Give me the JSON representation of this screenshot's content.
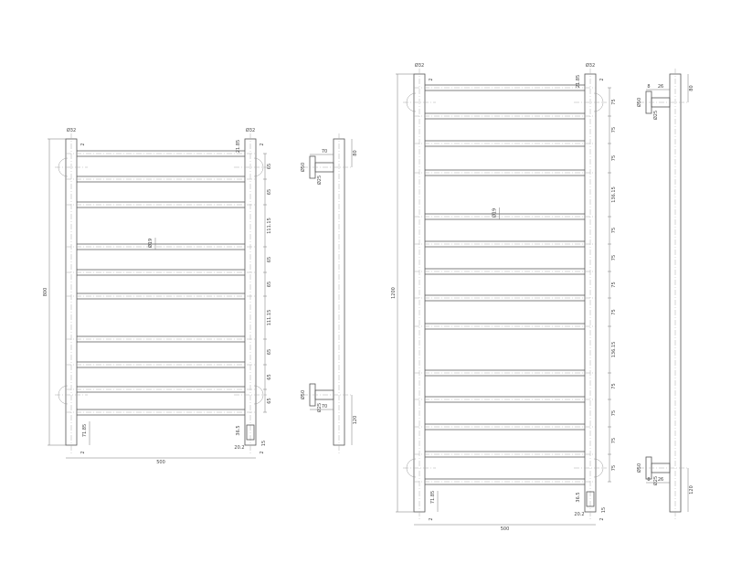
{
  "drawings": [
    {
      "id": "small",
      "front": {
        "height_label": "800",
        "width_label": "500",
        "post_dia_left": "Ø32",
        "post_dia_right": "Ø32",
        "rail_dia": "Ø19",
        "top_offset": "21.85",
        "bottom_offset": "71.85",
        "gap_2": "2",
        "rail_spacings": [
          "65",
          "65",
          "111.15",
          "65",
          "65",
          "111.15",
          "65",
          "65",
          "65"
        ],
        "valve_h": "36.5",
        "valve_w": "20.2",
        "valve_off": "15"
      },
      "side": {
        "depth": "70",
        "top": "80",
        "flange_dia": "Ø50",
        "tube_dia": "Ø25",
        "bottom": "120"
      }
    },
    {
      "id": "large",
      "front": {
        "height_label": "1200",
        "width_label": "500",
        "post_dia_left": "Ø32",
        "post_dia_right": "Ø32",
        "rail_dia": "Ø19",
        "top_offset": "21.85",
        "bottom_offset": "71.85",
        "gap_2": "2",
        "rail_spacings": [
          "75",
          "75",
          "75",
          "136.15",
          "75",
          "75",
          "75",
          "75",
          "136.15",
          "75",
          "75",
          "75",
          "75"
        ],
        "valve_h": "36.5",
        "valve_w": "20.2",
        "valve_off": "15"
      },
      "side": {
        "depth": "26",
        "flange_t": "8",
        "top": "80",
        "flange_dia": "Ø50",
        "tube_dia": "Ø25",
        "bottom": "120"
      }
    }
  ]
}
